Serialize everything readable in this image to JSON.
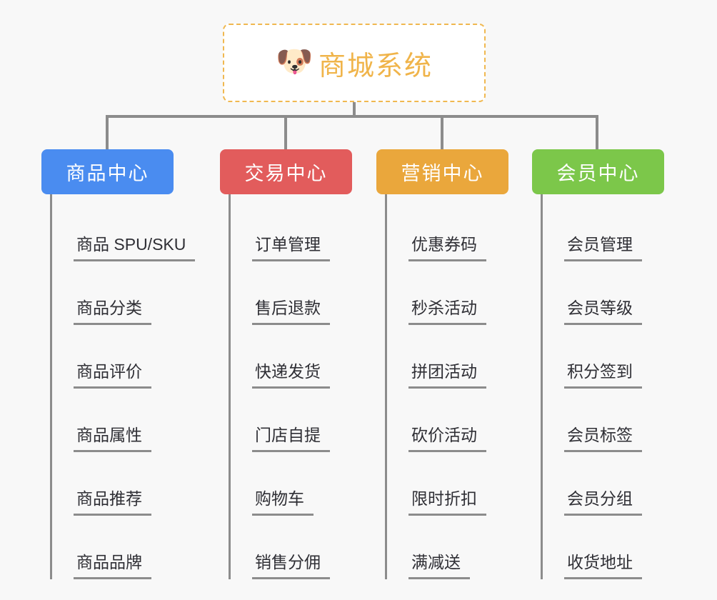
{
  "root": {
    "icon": "shiba-dog-face-emoji",
    "emoji": "🐶",
    "title": "商城系统",
    "border_color": "#f0b850",
    "text_color": "#f0b44a"
  },
  "connector_color": "#8c8c8c",
  "background_color": "#f8f8f8",
  "branches": [
    {
      "label": "商品中心",
      "color": "#4a8cf0",
      "items": [
        "商品 SPU/SKU",
        "商品分类",
        "商品评价",
        "商品属性",
        "商品推荐",
        "商品品牌"
      ]
    },
    {
      "label": "交易中心",
      "color": "#e25c5c",
      "items": [
        "订单管理",
        "售后退款",
        "快递发货",
        "门店自提",
        "购物车",
        "销售分佣"
      ]
    },
    {
      "label": "营销中心",
      "color": "#eaa73c",
      "items": [
        "优惠券码",
        "秒杀活动",
        "拼团活动",
        "砍价活动",
        "限时折扣",
        "满减送"
      ]
    },
    {
      "label": "会员中心",
      "color": "#7cc74a",
      "items": [
        "会员管理",
        "会员等级",
        "积分签到",
        "会员标签",
        "会员分组",
        "收货地址"
      ]
    }
  ]
}
